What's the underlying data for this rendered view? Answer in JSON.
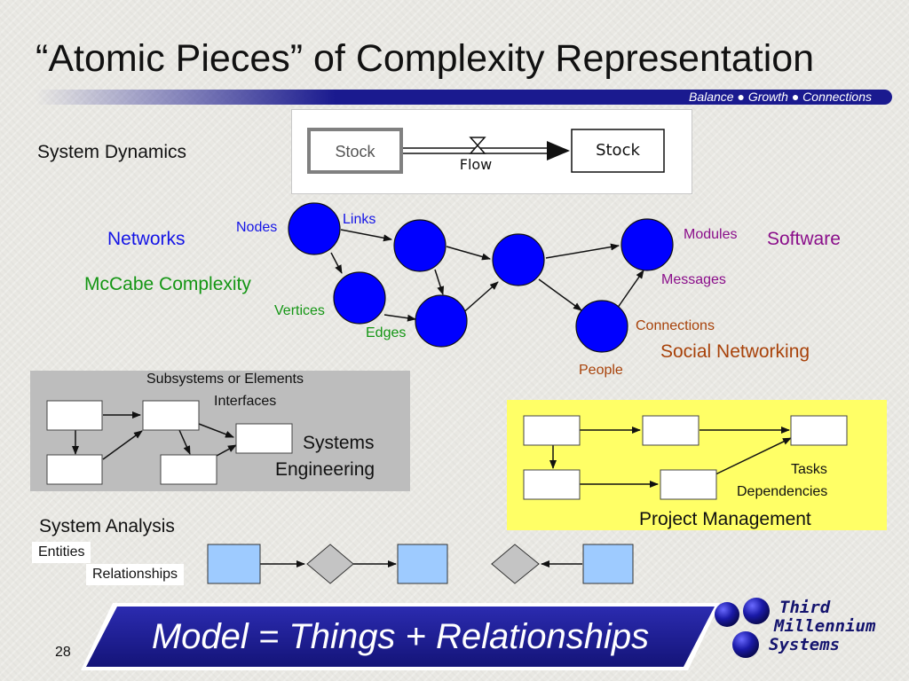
{
  "title": "“Atomic Pieces” of Complexity Representation",
  "tagline": "Balance ● Growth ● Connections",
  "system_dynamics": {
    "heading": "System Dynamics",
    "stock_left": "Stock",
    "stock_right": "Stock",
    "flow": "Flow"
  },
  "network": {
    "networks": "Networks",
    "mccabe": "McCabe Complexity",
    "nodes": "Nodes",
    "links": "Links",
    "vertices": "Vertices",
    "edges": "Edges",
    "modules": "Modules",
    "software": "Software",
    "messages": "Messages",
    "connections": "Connections",
    "social": "Social Networking",
    "people": "People",
    "node_color": "#0000ff"
  },
  "systems_engineering": {
    "subsystems": "Subsystems or Elements",
    "interfaces": "Interfaces",
    "line1": "Systems",
    "line2": "Engineering"
  },
  "project_management": {
    "tasks": "Tasks",
    "dependencies": "Dependencies",
    "heading": "Project Management"
  },
  "system_analysis": {
    "heading": "System Analysis",
    "entities": "Entities",
    "relationships": "Relationships"
  },
  "banner": "Model = Things + Relationships",
  "page_number": "28",
  "logo": {
    "line1": "Third",
    "line2": "Millennium",
    "line3": "Systems"
  }
}
